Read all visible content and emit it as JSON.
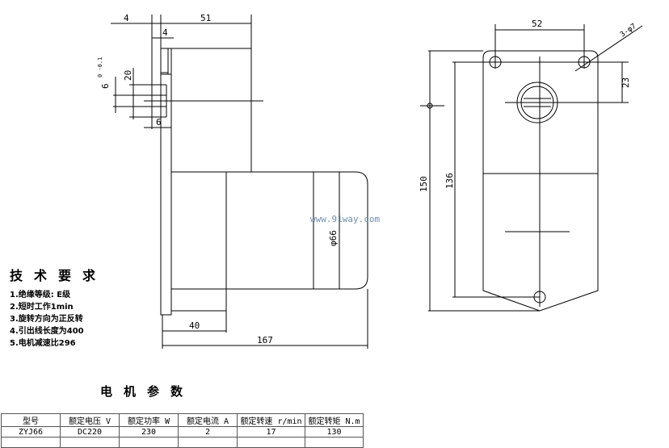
{
  "left_view": {
    "dim_top_left": "4",
    "dim_top_width": "51",
    "dim_flange": "4",
    "dim_shaft_flat": "6",
    "dim_shaft_tol": "0\n-0.1",
    "dim_shaft_len": "20",
    "dim_shaft_dia": "6",
    "dim_motor_dia": "φ66",
    "dim_base": "40",
    "dim_total": "167"
  },
  "right_view": {
    "dim_hole_spacing": "52",
    "dim_holes": "3-φ7",
    "dim_center_offset": "23",
    "dim_height": "150",
    "dim_hole_height": "136"
  },
  "watermark": "www.91way.com",
  "requirements": {
    "title": "技术要求",
    "items": [
      "1.绝缘等级: E级",
      "2.短时工作1min",
      "3.旋转方向为正反转",
      "4.引出线长度为400",
      "5.电机减速比296"
    ]
  },
  "params": {
    "title": "电机参数",
    "headers": [
      "型号",
      "额定电压 V",
      "额定功率 W",
      "额定电流 A",
      "额定转速 r/min",
      "额定转矩 N.m"
    ],
    "row": [
      "ZYJ66",
      "DC220",
      "230",
      "2",
      "17",
      "130"
    ]
  }
}
